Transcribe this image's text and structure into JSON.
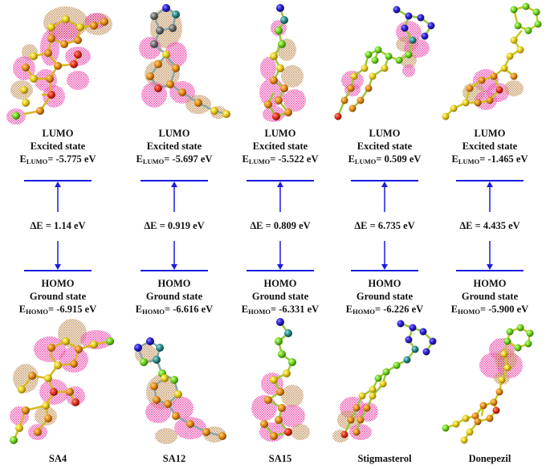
{
  "figure": {
    "type": "HOMO-LUMO frontier molecular orbital energy diagram",
    "colors": {
      "level_line": "#1a1adf",
      "orbital_positive": "#e8239a",
      "orbital_negative": "#b0722e",
      "text": "#111111"
    }
  },
  "labels": {
    "lumo_title": "LUMO",
    "lumo_state": "Excited state",
    "lumo_symbol_main": "E",
    "lumo_symbol_sub": "LUMO",
    "homo_title": "HOMO",
    "homo_state": "Ground state",
    "homo_symbol_main": "E",
    "homo_symbol_sub": "HOMO",
    "delta_prefix": "ΔE = "
  },
  "compounds": [
    {
      "name": "SA4",
      "e_lumo": "= -5.775 eV",
      "e_homo": "= -6.915 eV",
      "delta_e": "ΔE = 1.14 eV"
    },
    {
      "name": "SA12",
      "e_lumo": "= -5.697 eV",
      "e_homo": "= -6.616 eV",
      "delta_e": "ΔE = 0.919 eV"
    },
    {
      "name": "SA15",
      "e_lumo": "= -5.522 eV",
      "e_homo": "= -6.331 eV",
      "delta_e": "ΔE = 0.809 eV"
    },
    {
      "name": "Stigmasterol",
      "e_lumo": "= 0.509 eV",
      "e_homo": "= -6.226 eV",
      "delta_e": "ΔE = 6.735 eV"
    },
    {
      "name": "Donepezil",
      "e_lumo": "= -1.465 eV",
      "e_homo": "= -5.900 eV",
      "delta_e": "ΔE = 4.435 eV"
    }
  ]
}
